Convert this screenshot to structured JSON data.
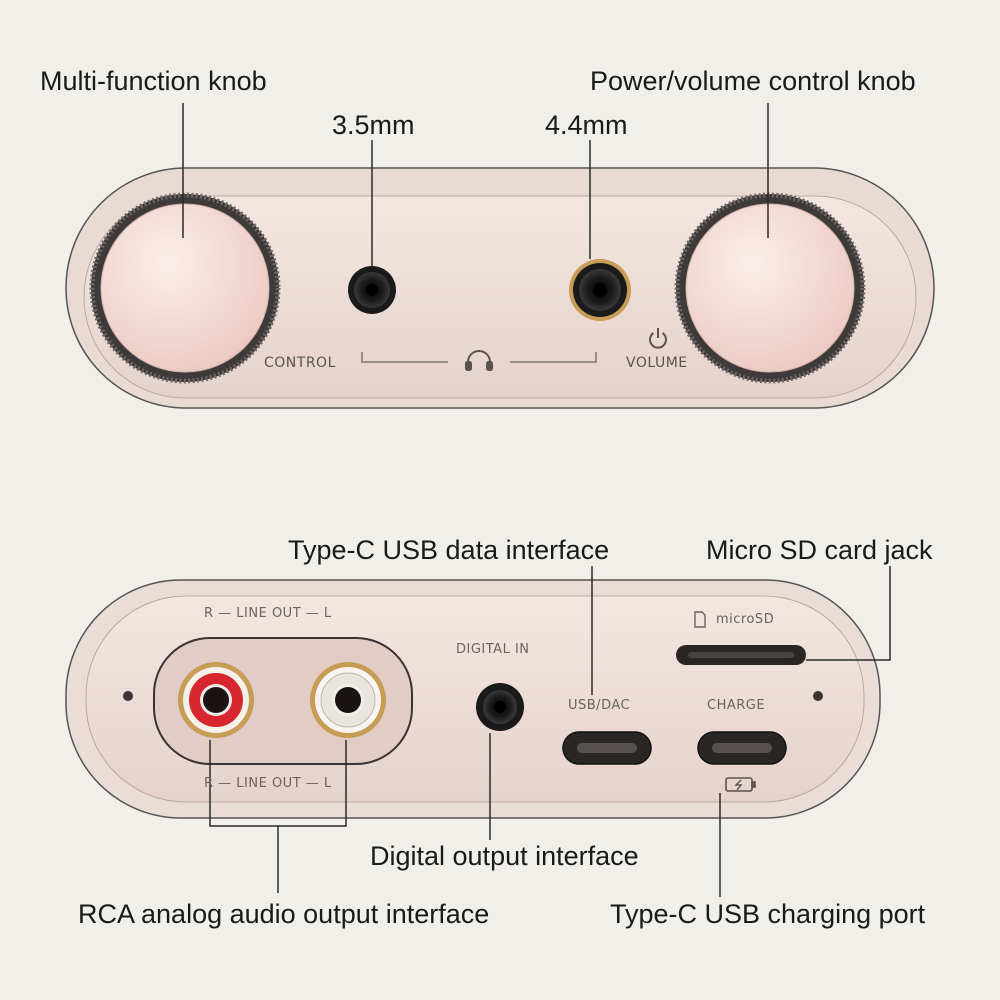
{
  "callouts": {
    "multi_function_knob": "Multi-function knob",
    "power_volume_knob": "Power/volume control knob",
    "jack_3_5mm": "3.5mm",
    "jack_4_4mm": "4.4mm",
    "type_c_usb_data": "Type-C USB data interface",
    "micro_sd_jack": "Micro SD card jack",
    "digital_output": "Digital output interface",
    "rca_output": "RCA analog audio output interface",
    "type_c_charging": "Type-C USB charging port"
  },
  "front_panel": {
    "control_label": "CONTROL",
    "volume_label": "VOLUME",
    "power_icon": "power-icon",
    "headphone_icon": "headphone-icon"
  },
  "rear_panel": {
    "line_out_top": "R — LINE OUT — L",
    "line_out_bottom": "R — LINE OUT — L",
    "digital_in_label": "DIGITAL IN",
    "usb_dac_label": "USB/DAC",
    "charge_label": "CHARGE",
    "microsd_label": "microSD",
    "sd_icon": "sd-card-icon",
    "battery_icon": "battery-charging-icon"
  },
  "colors": {
    "background": "#f1efea",
    "device_body": "#ecdcd6",
    "rca_right": "#d7262e",
    "rca_left": "#f4f2ee",
    "gold_ring": "#c79d55"
  }
}
